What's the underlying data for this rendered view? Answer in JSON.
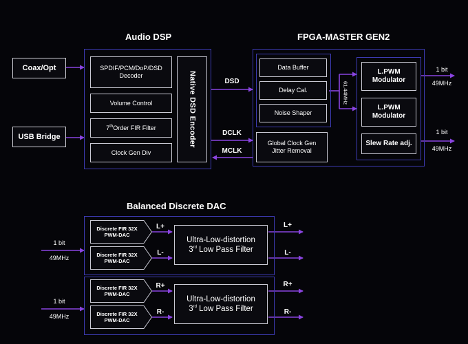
{
  "audio_dsp": {
    "title": "Audio DSP",
    "decoder": "SPDIF/PCM/DoP/DSD Decoder",
    "volume": "Volume Control",
    "fir_order": "7",
    "fir_sup": "th",
    "fir_text": "Order FIR Filter",
    "clock_div": "Clock Gen Div",
    "encoder": "Native DSD Encoder"
  },
  "inputs": {
    "coax": "Coax/Opt",
    "usb": "USB Bridge"
  },
  "signals": {
    "dsd": "DSD",
    "dclk": "DCLK",
    "mclk": "MCLK"
  },
  "fpga": {
    "title": "FPGA-MASTER GEN2",
    "data_buffer": "Data Buffer",
    "delay": "Delay Cal.",
    "noise": "Noise Shaper",
    "clock_gen": "Global Clock Gen Jitter Removal",
    "freq": "61.44MHz",
    "mod1": "L.PWM Modulator",
    "mod2": "L.PWM Modulator",
    "slew": "Slew Rate adj.",
    "out1_bit": "1 bit",
    "out1_freq": "49MHz",
    "out2_bit": "1 bit",
    "out2_freq": "49MHz"
  },
  "dac": {
    "title": "Balanced Discrete DAC",
    "fir": "Discrete FIR 32X PWM-DAC",
    "in1_bit": "1 bit",
    "in1_freq": "49MHz",
    "in2_bit": "1 bit",
    "in2_freq": "49MHz",
    "filter_line1": "Ultra-Low-distortion",
    "filter_ord": "3",
    "filter_sup": "rd",
    "filter_line2": " Low Pass Filter",
    "lp": "L+",
    "lm": "L-",
    "rp": "R+",
    "rm": "R-"
  },
  "colors": {
    "accent": "#7d3fd6",
    "border": "#3d3bb3"
  }
}
